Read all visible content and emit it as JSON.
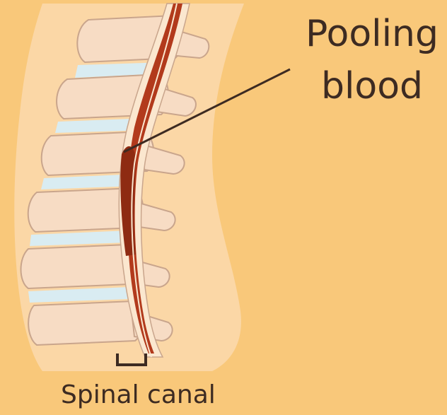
{
  "colors": {
    "background": "#f9c87a",
    "body_silhouette": "#fbd7a6",
    "vertebra_fill": "#f7dcc4",
    "vertebra_outline": "#c9a58c",
    "disc": "#d9ecf2",
    "spinal_cord_fill": "#b23a1c",
    "spinal_cord_edge": "#fbe7cf",
    "pooling_blood": "#8e2b12",
    "leader_line": "#3d2b22",
    "text": "#3d2b22"
  },
  "labels": {
    "pooling_line1": "Pooling",
    "pooling_line2": "blood",
    "spinal_canal": "Spinal canal"
  }
}
